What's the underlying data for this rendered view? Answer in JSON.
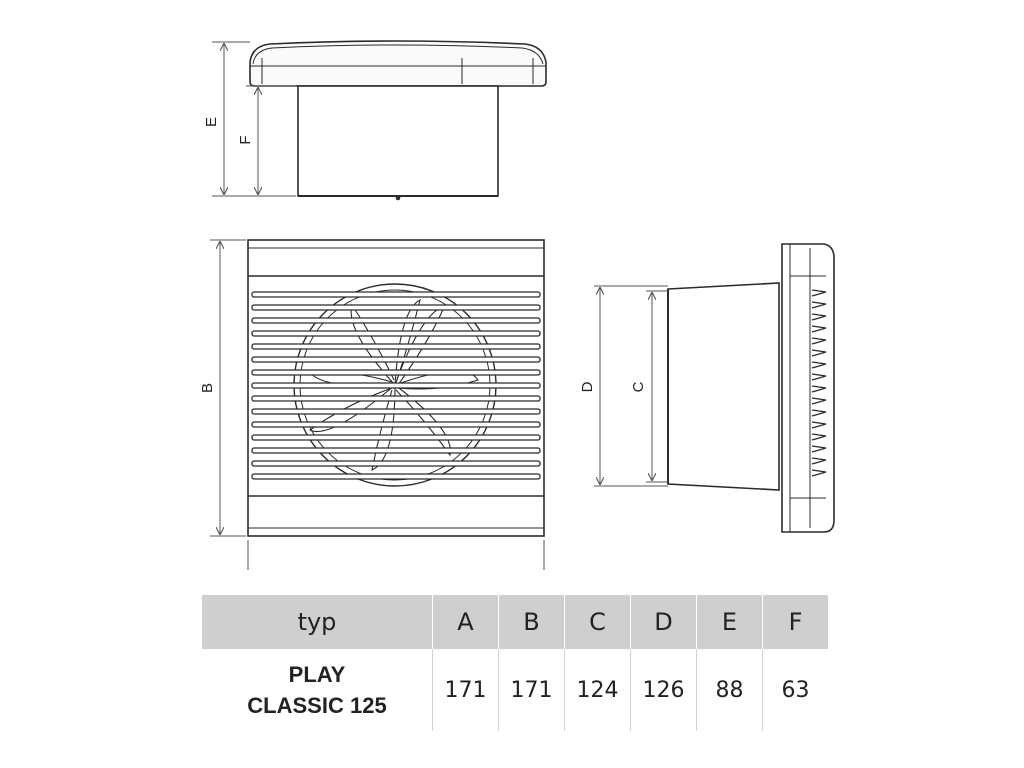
{
  "dimension_labels": {
    "b": "B",
    "c": "C",
    "d": "D",
    "e": "E",
    "f": "F"
  },
  "table": {
    "headers": [
      "typ",
      "A",
      "B",
      "C",
      "D",
      "E",
      "F"
    ],
    "rows": [
      {
        "model_lines": [
          "PLAY",
          "CLASSIC 125"
        ],
        "values": [
          "171",
          "171",
          "124",
          "126",
          "88",
          "63"
        ]
      }
    ]
  },
  "colors": {
    "line": "#2b2b2b",
    "header_bg": "#cfcfcf",
    "dim_line": "#555555"
  }
}
